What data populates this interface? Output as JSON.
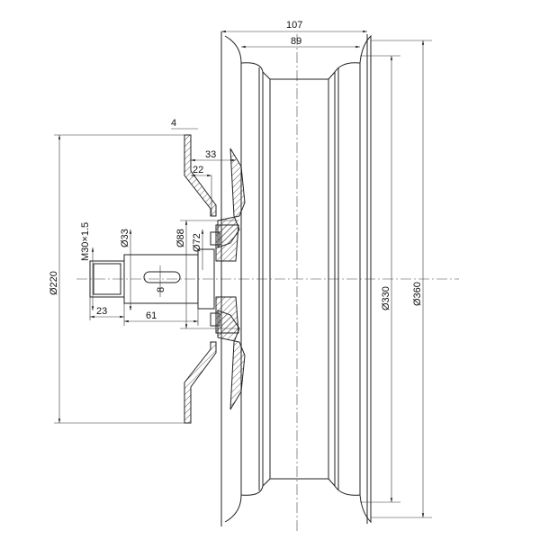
{
  "dimensions": {
    "rim_width": "107",
    "rim_inner_width": "89",
    "disc_thickness": "4",
    "disc_offset_outer": "33",
    "disc_offset_inner": "22",
    "thread": "M30×1.5",
    "shaft_dia": "Ø33",
    "hub_dia_outer": "Ø88",
    "bearing_dia": "Ø72",
    "key_width": "8",
    "thread_length": "23",
    "shaft_length": "61",
    "disc_dia": "Ø220",
    "rim_seat_dia": "Ø330",
    "rim_outer_dia": "Ø360"
  }
}
